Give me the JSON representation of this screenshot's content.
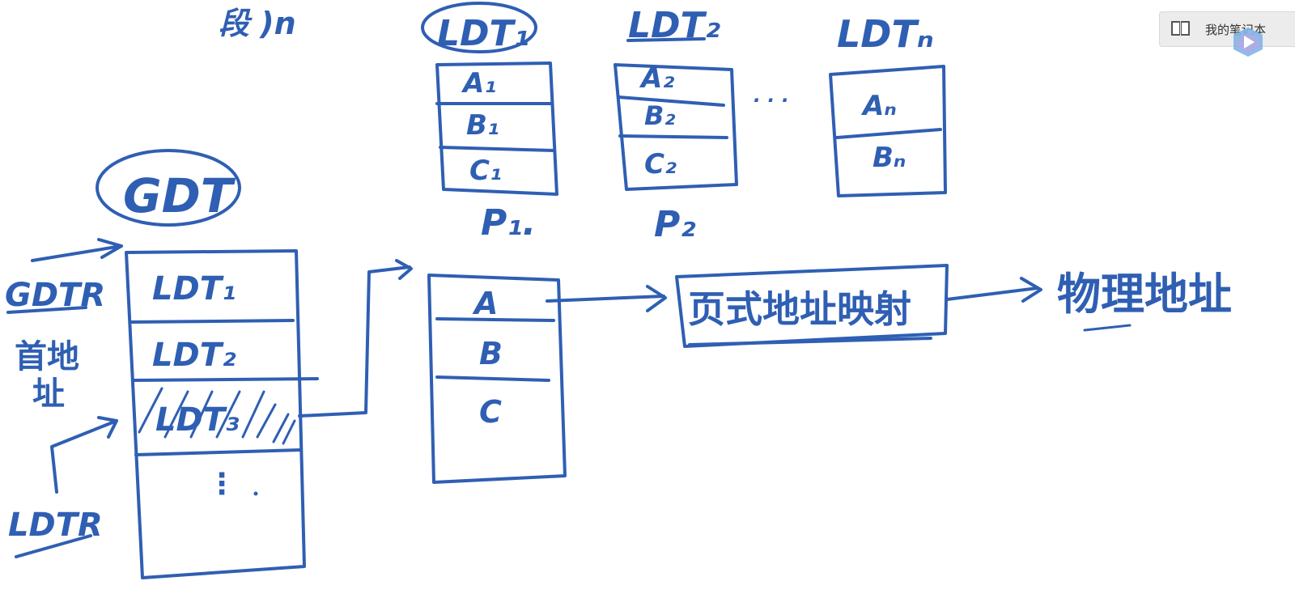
{
  "notebook_button": {
    "label": "我的笔记本",
    "icon": "notebook-icon"
  },
  "overlay": {
    "play_icon": "play-icon",
    "more_icon": "more-dots-icon",
    "more_text": "···"
  },
  "diagram": {
    "top_left_fragment": "段 )n",
    "gdt": {
      "title": "GDT",
      "entries": [
        "LDT₁",
        "LDT₂",
        "LDT₃",
        "⋮"
      ]
    },
    "gdtr": {
      "label": "GDTR",
      "note_line1": "首地",
      "note_line2": "址"
    },
    "ldtr": {
      "label": "LDTR"
    },
    "ldts": [
      {
        "title": "LDT₁",
        "rows": [
          "A₁",
          "B₁",
          "C₁"
        ],
        "process": "P₁."
      },
      {
        "title": "LDT₂",
        "rows": [
          "A₂",
          "B₂",
          "C₂"
        ],
        "process": "P₂"
      },
      {
        "title": "LDTₙ",
        "rows": [
          "Aₙ",
          "Bₙ"
        ],
        "process": ""
      }
    ],
    "ellipsis": "· · ·",
    "segment_table": {
      "rows": [
        "A",
        "B",
        "C"
      ]
    },
    "paging": {
      "label": "页式地址映射"
    },
    "physical": {
      "label": "物理地址"
    }
  }
}
